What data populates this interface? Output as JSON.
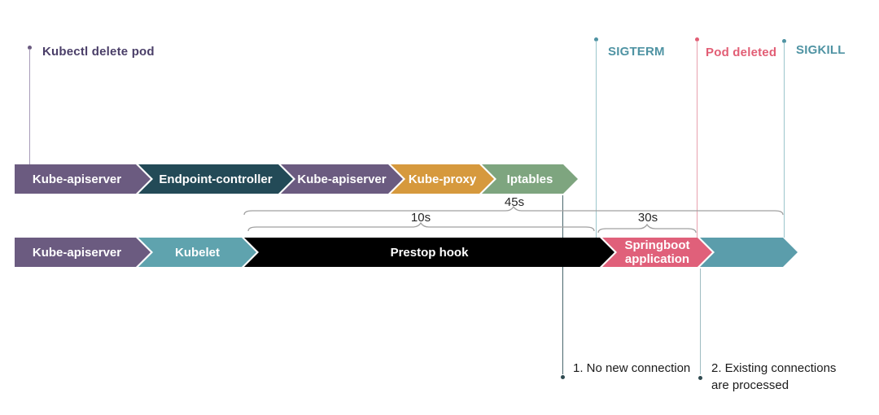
{
  "markers": {
    "kubectl": {
      "label": "Kubectl delete pod",
      "color": "#4a3e68"
    },
    "sigterm": {
      "label": "SIGTERM",
      "color": "#4f93a3"
    },
    "pod_deleted": {
      "label": "Pod deleted",
      "color": "#e25e75"
    },
    "sigkill": {
      "label": "SIGKILL",
      "color": "#4f93a3"
    }
  },
  "rows": {
    "control_plane": {
      "segments": [
        {
          "label": "Kube-apiserver",
          "color": "#6b5b80"
        },
        {
          "label": "Endpoint-controller",
          "color": "#234a57"
        },
        {
          "label": "Kube-apiserver",
          "color": "#6b5b80"
        },
        {
          "label": "Kube-proxy",
          "color": "#d6993d"
        },
        {
          "label": "Iptables",
          "color": "#7ea57f"
        }
      ]
    },
    "pod_shutdown": {
      "segments": [
        {
          "label": "Kube-apiserver",
          "color": "#6b5b80"
        },
        {
          "label": "Kubelet",
          "color": "#5fa3ae"
        },
        {
          "label": "Prestop hook",
          "color": "#000000"
        },
        {
          "label": "Springboot application",
          "color": "#e0607a"
        },
        {
          "label": "",
          "color": "#5b9dab"
        }
      ]
    }
  },
  "durations": {
    "total": {
      "label": "45s"
    },
    "prestop": {
      "label": "10s"
    },
    "grace": {
      "label": "30s"
    }
  },
  "annotations": {
    "no_new_connection": {
      "label": "1. No new connection"
    },
    "existing_connections": {
      "line1": "2. Existing connections",
      "line2": "are processed"
    }
  },
  "colors": {
    "guide_purple": "#a79bb8",
    "guide_teal": "#9cc6cc",
    "guide_red": "#e7a2ae",
    "guide_dark": "#4a666d",
    "brace_gray": "#a0a0a0"
  }
}
